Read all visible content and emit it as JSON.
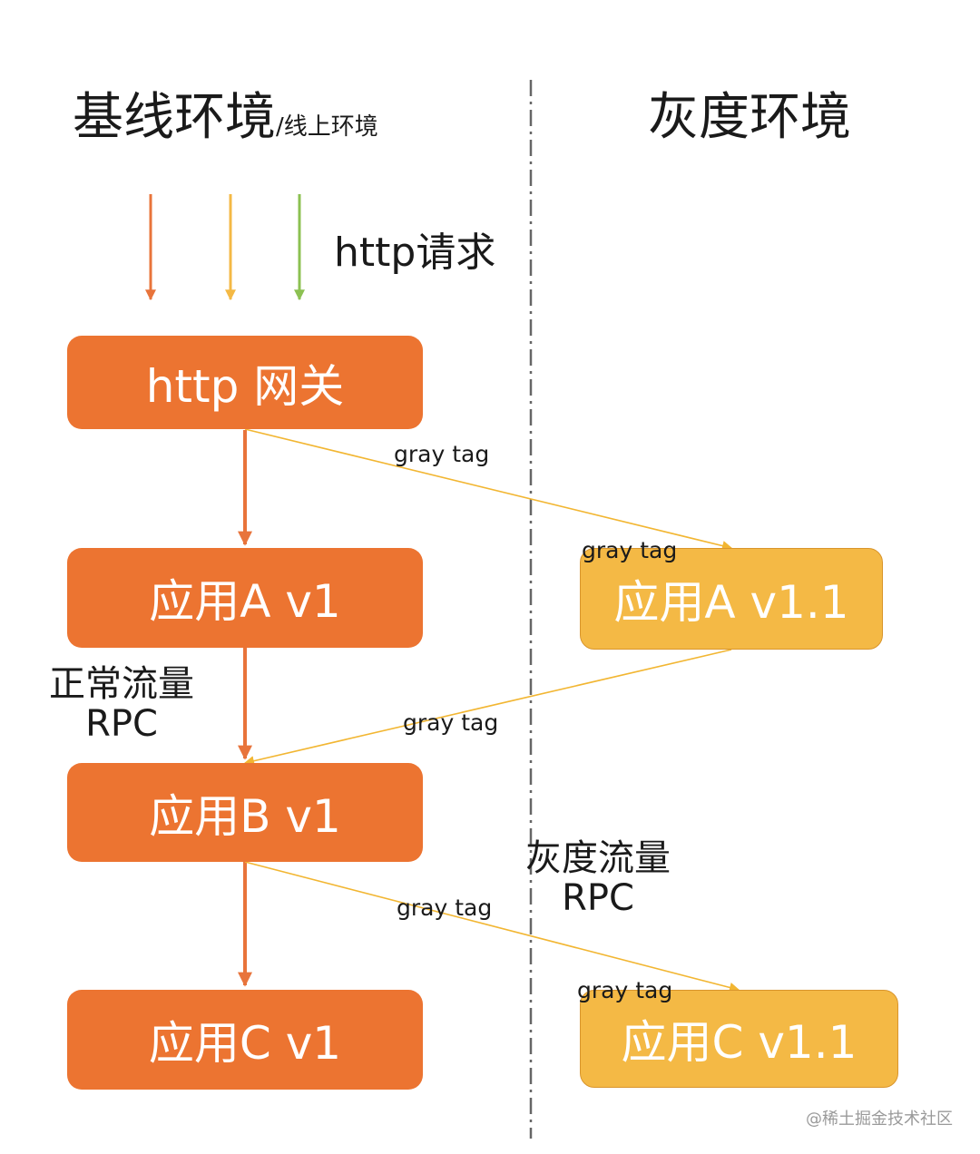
{
  "headers": {
    "baseline_title": "基线环境",
    "baseline_subtitle": "/线上环境",
    "gray_title": "灰度环境"
  },
  "request_label": "http请求",
  "request_arrow_colors": [
    "#e8743b",
    "#f4b945",
    "#8cc152"
  ],
  "nodes": {
    "gateway": "http 网关",
    "app_a_v1": "应用A v1",
    "app_b_v1": "应用B v1",
    "app_c_v1": "应用C v1",
    "app_a_v11": "应用A v1.1",
    "app_c_v11": "应用C v1.1"
  },
  "edge_labels": {
    "gateway_to_a11": "gray tag",
    "a11_incoming": "gray tag",
    "a11_to_b": "gray tag",
    "b_to_c11": "gray tag",
    "c11_incoming": "gray tag"
  },
  "flows": {
    "normal_line1": "正常流量",
    "normal_line2": "RPC",
    "gray_line1": "灰度流量",
    "gray_line2": "RPC"
  },
  "colors": {
    "baseline_box": "#ec7431",
    "gray_box": "#f4b945",
    "normal_edge": "#e8743b",
    "gray_edge": "#f2b632",
    "divider": "#666666"
  },
  "watermark": "@稀土掘金技术社区"
}
